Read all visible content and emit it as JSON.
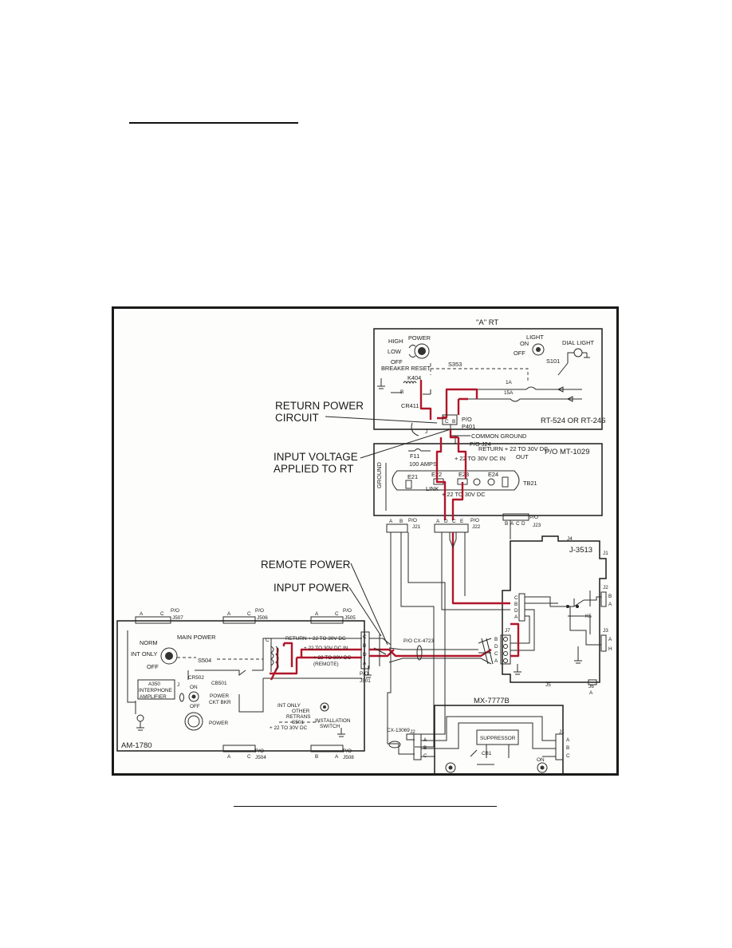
{
  "figure": {
    "rt_section_title": "\"A\" RT",
    "rt_model": "RT-524 OR RT-246",
    "mount_model": "P/O MT-1029",
    "junction_box": "J-3513",
    "amplifier": "AM-1780",
    "interface_box": "MX-7777B",
    "callouts": {
      "return_power_line1": "RETURN POWER",
      "return_power_line2": "CIRCUIT",
      "input_voltage_line1": "INPUT VOLTAGE",
      "input_voltage_line2": "APPLIED TO RT",
      "remote_power": "REMOTE POWER",
      "input_power": "INPUT POWER"
    },
    "rt_labels": {
      "high": "HIGH",
      "power": "POWER",
      "low": "LOW",
      "off": "OFF",
      "breaker_reset": "BREAKER RESET",
      "s353": "S353",
      "k404": "K404",
      "cr411": "CR411",
      "light": "LIGHT",
      "on": "ON",
      "light_off": "OFF",
      "dial_light": "DIAL LIGHT",
      "s101": "S101",
      "fuse_1a": "1A",
      "fuse_15a": "15A",
      "p401_line1": "P/O",
      "p401_line2": "P401",
      "common_ground": "COMMON GROUND",
      "j24": "P/O J24",
      "j": "J"
    },
    "mount_labels": {
      "return_22": "RETURN  + 22 TO 30V DC",
      "out": "OUT",
      "in_22": "+ 22 TO 30V DC IN",
      "f11": "F11",
      "amps": "100 AMPS",
      "ground": "GROUND",
      "e21": "E21",
      "e22": "E22",
      "e23": "E23",
      "e24": "E24",
      "link": "LINK",
      "tb21": "TB21",
      "dc_22": "+ 22 TO 30V DC",
      "j21": "J21",
      "j22": "J22",
      "j23": "J23",
      "po": "P/O"
    },
    "amp_labels": {
      "main_power": "MAIN POWER",
      "norm": "NORM",
      "int_only": "INT ONLY",
      "off": "OFF",
      "s504": "S504",
      "cr502": "CR502",
      "cb501": "CB501",
      "on": "ON",
      "cb_off": "OFF",
      "a350_line1": "A350",
      "a350_line2": "INTERPHONE",
      "a350_line3": "AMPLIFIER",
      "power_ckt_line1": "POWER",
      "power_ckt_line2": "CKT BKR",
      "power": "POWER",
      "return_22": "RETURN  + 22 TO 30V DC",
      "in_22": "+ 22 TO 30V DC IN",
      "remote_22": "+ 22 TO 30V DC",
      "remote": "(REMOTE)",
      "int_only_sw": "INT ONLY",
      "other": "OTHER",
      "retrans": "RETRANS",
      "s501": "S501",
      "installation_line1": "INSTALLATION",
      "installation_line2": "SWITCH",
      "dc_22": "+ 22 TO 30V DC",
      "j507": "J507",
      "j506": "J506",
      "j505": "J505",
      "j504": "J504",
      "j508": "J508",
      "j501": "J501",
      "po": "P/O"
    },
    "cable_labels": {
      "cx4723": "P/O CX-4723",
      "cx13069": "CX-13069"
    },
    "jbox_labels": {
      "j1": "J1",
      "j2": "J2",
      "j3": "J3",
      "j4": "J4",
      "j5": "J5",
      "j6": "J6",
      "j7": "J7",
      "k5": "K5"
    },
    "mx_labels": {
      "suppressor": "SUPPRESSOR",
      "cb1": "CB1",
      "on": "ON",
      "j1": "J1",
      "j2": "J2"
    },
    "pins": {
      "a": "A",
      "b": "B",
      "c": "C",
      "d": "D",
      "e": "E",
      "h": "H"
    }
  },
  "colors": {
    "power_path": "#b0162a",
    "ink": "#1c1c1c",
    "paper": "#ffffff"
  }
}
